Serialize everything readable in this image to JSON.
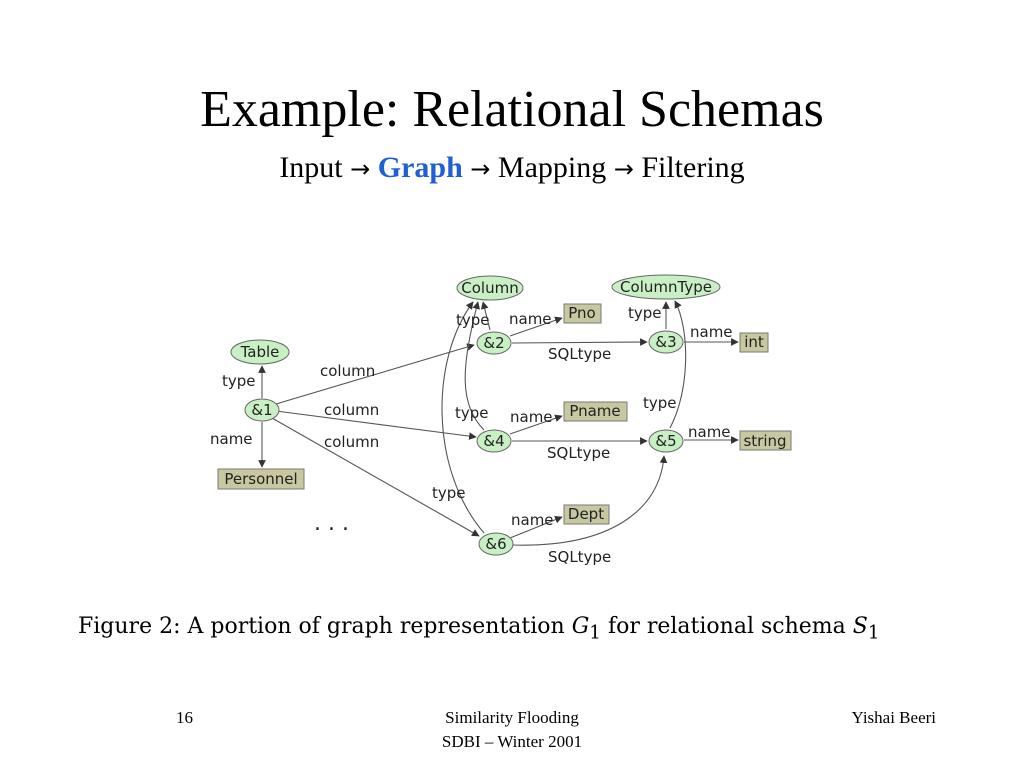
{
  "slide": {
    "title": "Example: Relational Schemas",
    "subtitle": {
      "step1": "Input",
      "step2": "Graph",
      "step3": "Mapping",
      "step4": "Filtering",
      "arrow": "→",
      "highlight_color": "#1f5fd6"
    }
  },
  "diagram": {
    "node_fill": "#c8f0c4",
    "leaf_fill": "#c8c8a0",
    "nodes": {
      "column_class": "Column",
      "columntype_class": "ColumnType",
      "table_class": "Table",
      "n1": "&1",
      "n2": "&2",
      "n3": "&3",
      "n4": "&4",
      "n5": "&5",
      "n6": "&6",
      "personnel": "Personnel",
      "pno": "Pno",
      "pname": "Pname",
      "dept": "Dept",
      "int": "int",
      "string": "string"
    },
    "edges": {
      "type": "type",
      "name": "name",
      "column": "column",
      "sqltype": "SQLtype"
    },
    "ellipsis": ". . ."
  },
  "caption": {
    "prefix": "Figure 2:  A portion of graph representation ",
    "g": "G",
    "g_sub": "1",
    "middle": " for relational schema ",
    "s": "S",
    "s_sub": "1"
  },
  "footer": {
    "page_number": "16",
    "center_line1": "Similarity Flooding",
    "center_line2": "SDBI – Winter 2001",
    "author": "Yishai Beeri"
  }
}
